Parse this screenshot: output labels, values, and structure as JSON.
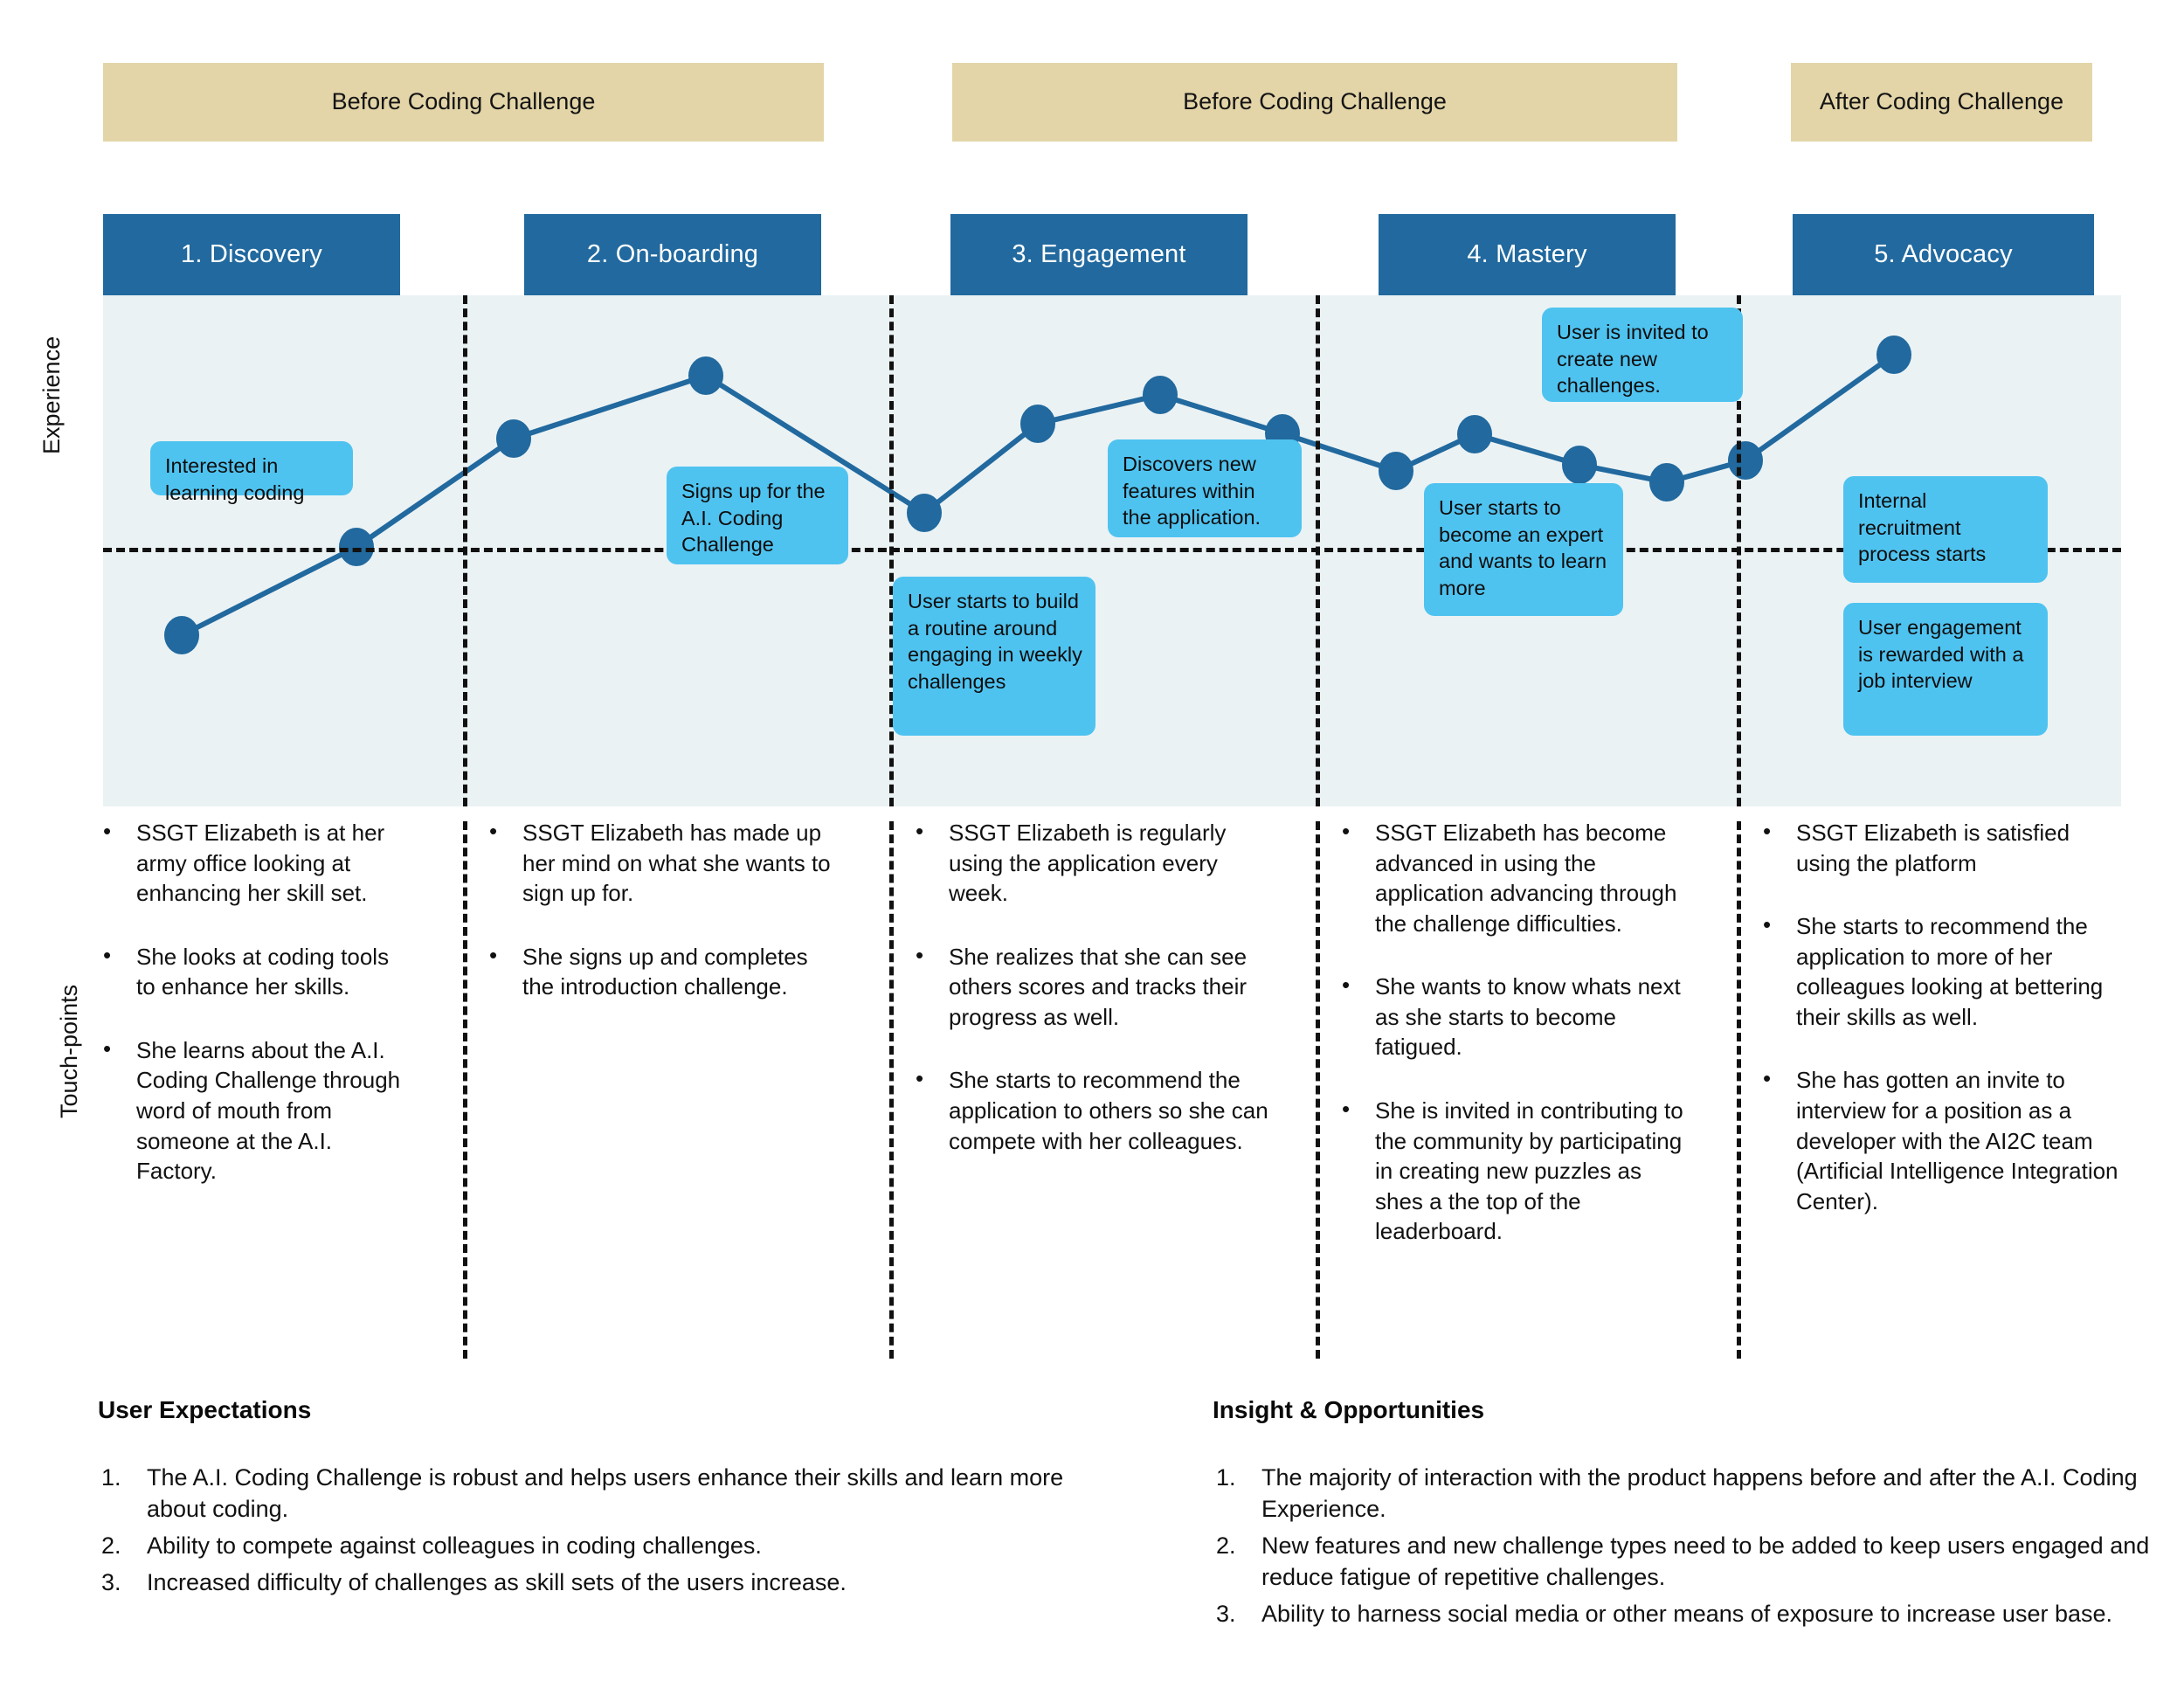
{
  "phases": [
    {
      "label": "Before Coding Challenge"
    },
    {
      "label": "Before Coding Challenge"
    },
    {
      "label": "After Coding Challenge"
    }
  ],
  "stages": [
    {
      "label": "1. Discovery"
    },
    {
      "label": "2. On-boarding"
    },
    {
      "label": "3. Engagement"
    },
    {
      "label": "4. Mastery"
    },
    {
      "label": "5. Advocacy"
    }
  ],
  "axes": {
    "experience": "Experience",
    "touchpoints": "Touch-points"
  },
  "callouts": [
    {
      "text": "Interested in learning coding"
    },
    {
      "text": "Signs up for the A.I. Coding Challenge"
    },
    {
      "text": "User starts to build a routine around engaging in weekly challenges"
    },
    {
      "text": "Discovers new features within the application."
    },
    {
      "text": "User is invited to create new challenges."
    },
    {
      "text": "User starts to become an expert and wants to learn more"
    },
    {
      "text": "Internal recruitment process starts"
    },
    {
      "text": "User engagement is rewarded with a job interview"
    }
  ],
  "touchpoints": [
    {
      "stage": "1. Discovery",
      "items": [
        "SSGT Elizabeth is at her army office looking at enhancing her skill set.",
        "She looks at coding tools to enhance her skills.",
        "She learns about the A.I. Coding Challenge through word of mouth from someone at the A.I. Factory."
      ]
    },
    {
      "stage": "2. On-boarding",
      "items": [
        "SSGT Elizabeth has made up her mind on what she wants to sign up for.",
        "She signs up and completes the introduction challenge."
      ]
    },
    {
      "stage": "3. Engagement",
      "items": [
        "SSGT Elizabeth is regularly using the application every week.",
        "She realizes that she can see others scores and tracks their progress as well.",
        "She starts to recommend the application to others so she can compete with her colleagues."
      ]
    },
    {
      "stage": "4. Mastery",
      "items": [
        "SSGT Elizabeth has become advanced in using the application advancing through the challenge difficulties.",
        "She wants to know whats next as she starts to become fatigued.",
        "She is invited in contributing to the community by participating in creating new puzzles as shes a the top of the leaderboard."
      ]
    },
    {
      "stage": "5. Advocacy",
      "items": [
        "SSGT Elizabeth is satisfied using the platform",
        "She starts to recommend the application to more of her colleagues looking at bettering their skills as well.",
        "She has gotten an invite to interview for a position as a developer with the AI2C team (Artificial Intelligence Integration Center)."
      ]
    }
  ],
  "user_expectations": {
    "title": "User Expectations",
    "items": [
      "The A.I. Coding Challenge is robust and helps users enhance their skills and learn more about coding.",
      "Ability to compete against colleagues in coding challenges.",
      "Increased difficulty of challenges as skill sets of the users increase."
    ]
  },
  "insight_opportunities": {
    "title": "Insight & Opportunities",
    "items": [
      "The majority of interaction with the product happens before and after the A.I. Coding Experience.",
      "New features and new challenge types need to be added to keep users engaged and reduce fatigue of repetitive challenges.",
      "Ability to harness social media or other means of exposure to increase user base."
    ]
  },
  "colors": {
    "phase_band": "#E3D5A8",
    "stage_header": "#21699E",
    "plot_background": "#EBF2F4",
    "callout": "#4FC3F0",
    "line": "#21699E",
    "marker": "#21699E"
  },
  "chart_data": {
    "type": "line",
    "title": "",
    "xlabel": "",
    "ylabel": "Experience",
    "grid": false,
    "legend": null,
    "ylim": [
      0,
      100
    ],
    "baseline": 50,
    "x": [
      1,
      2,
      3,
      4,
      5,
      6,
      7,
      8,
      9,
      10,
      11,
      12,
      13,
      14
    ],
    "categories": [
      "1. Discovery",
      "1. Discovery",
      "2. On-boarding",
      "2. On-boarding",
      "3. Engagement",
      "3. Engagement",
      "3. Engagement",
      "4. Mastery",
      "4. Mastery",
      "4. Mastery",
      "5. Advocacy",
      "5. Advocacy",
      "5. Advocacy",
      "5. Advocacy"
    ],
    "series": [
      {
        "name": "Experience",
        "values": [
          29,
          50,
          63,
          78,
          57,
          72,
          80,
          70,
          63,
          74,
          66,
          61,
          67,
          88
        ]
      }
    ]
  }
}
